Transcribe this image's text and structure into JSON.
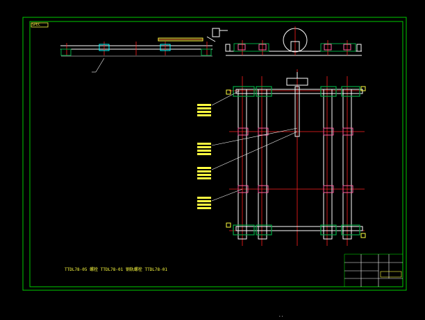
{
  "drawing": {
    "title_tag": "SPEC",
    "note_text": "TTDL78-05 螺栓 TTDL78-01 钢轨螺栓 TTDL78-01",
    "callout_count": 4,
    "bottom_mark": "..",
    "colors": {
      "background": "#000000",
      "frame": "#00cc00",
      "structure": "#ffffff",
      "centerline": "#ff2020",
      "annotation": "#ffff40",
      "detail": "#00ffff",
      "fixture": "#00aa44",
      "roller": "#ff60a0"
    }
  }
}
